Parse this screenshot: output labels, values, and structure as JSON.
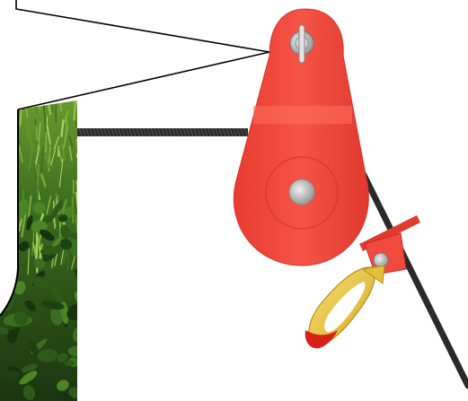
{
  "illustration": {
    "parts": [
      "callout-line",
      "grass-photo-panel",
      "wire-rope",
      "red-pulley",
      "top-bolt",
      "center-bolt",
      "red-swivel-bracket",
      "yellow-shackle"
    ]
  },
  "colors": {
    "pulley": "#f04a3e",
    "pulley_dark": "#d9332a",
    "pulley_highlight": "#ff7a6a",
    "bolt": "#c8c8c8",
    "rope": "#2a2a2a",
    "shackle": "#e9c53a",
    "shackle_tip": "#d8201a",
    "grass_dark": "#1f3d12",
    "grass_mid": "#3d6e20",
    "grass_light": "#7fae3a",
    "line": "#000000"
  }
}
